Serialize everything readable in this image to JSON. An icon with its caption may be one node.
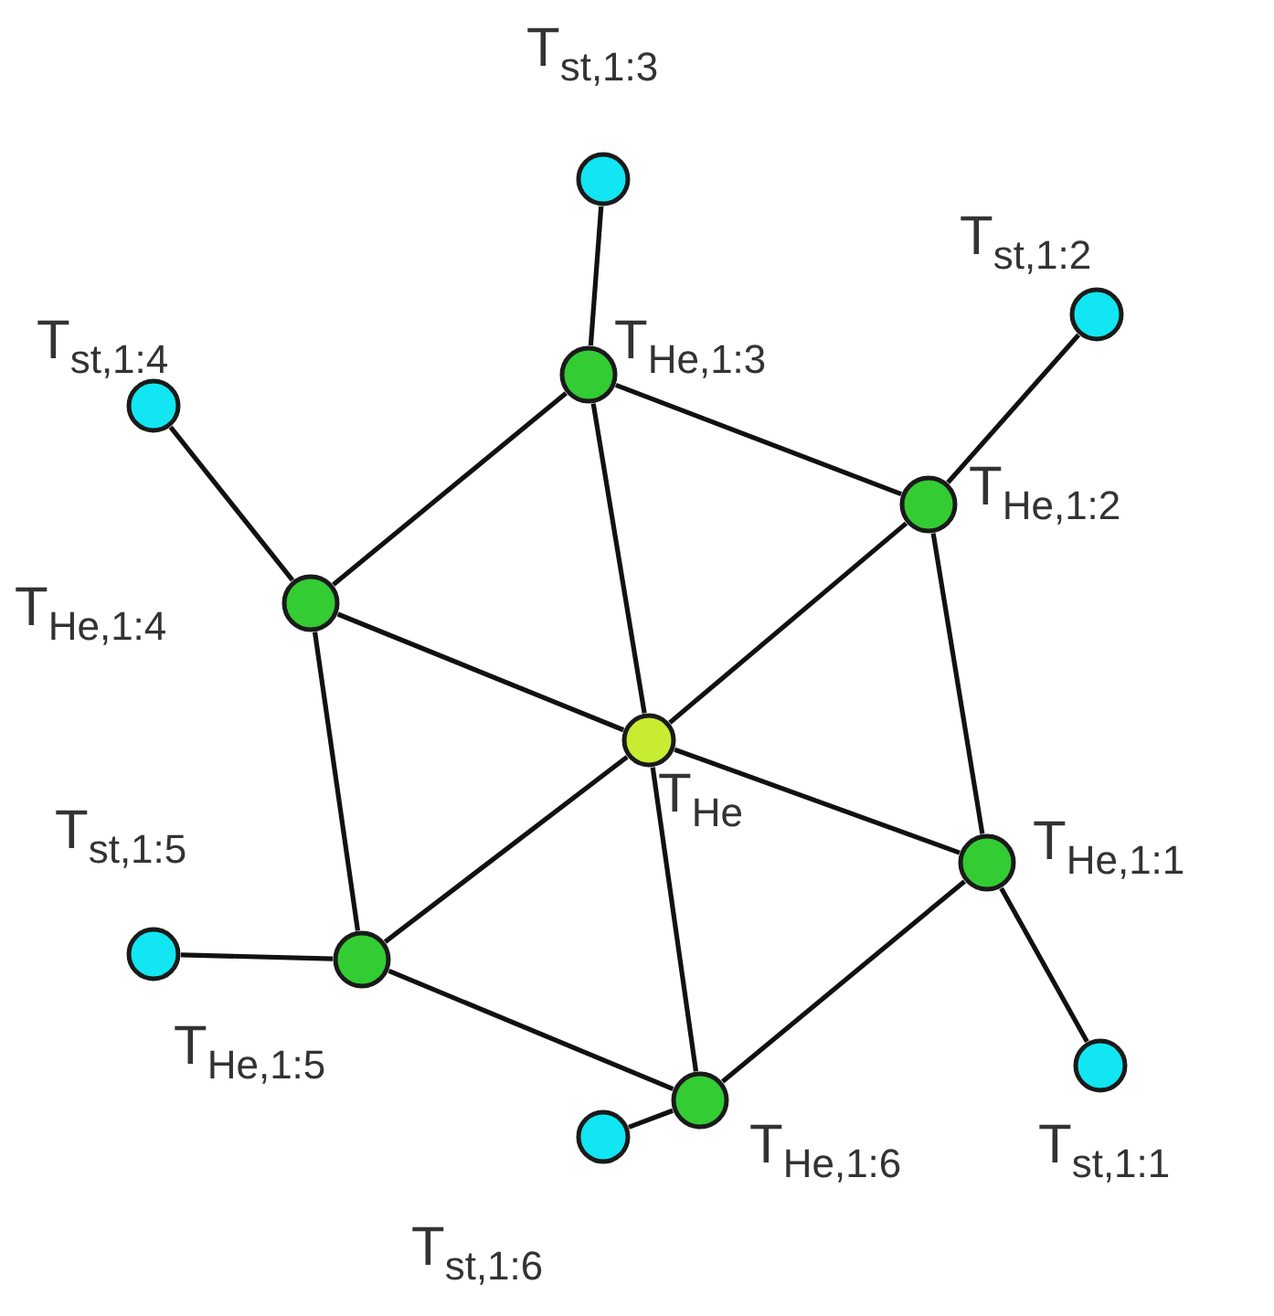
{
  "diagram": {
    "nodes": [
      {
        "text": [],
        "shape": "circle",
        "beside": [
          "T$_{He}$"
        ]
      },
      {
        "text": [],
        "shape": "circle",
        "beside": [
          "T$_{He,1:1}$"
        ]
      },
      {
        "text": [],
        "shape": "circle",
        "beside": [
          "T$_{He,1:2}$"
        ]
      },
      {
        "text": [],
        "shape": "circle",
        "beside": [
          "T$_{He,1:3}$"
        ]
      },
      {
        "text": [],
        "shape": "circle",
        "beside": [
          "T$_{He,1:4}$"
        ]
      },
      {
        "text": [],
        "shape": "circle",
        "beside": [
          "T$_{He,1:5}$"
        ]
      },
      {
        "text": [],
        "shape": "circle",
        "beside": [
          "T$_{He,1:6}$"
        ]
      },
      {
        "text": [],
        "shape": "circle",
        "beside": [
          "T$_{st,1:1}$"
        ]
      },
      {
        "text": [],
        "shape": "circle",
        "beside": [
          "T$_{st,1:2}$"
        ]
      },
      {
        "text": [],
        "shape": "circle",
        "beside": [
          "T$_{st,1:3}$"
        ]
      },
      {
        "text": [],
        "shape": "circle",
        "beside": [
          "T$_{st,1:4}$"
        ]
      },
      {
        "text": [],
        "shape": "circle",
        "beside": [
          "T$_{st,1:5}$"
        ]
      },
      {
        "text": [],
        "shape": "circle",
        "beside": [
          "T$_{st,1:6}$"
        ]
      }
    ],
    "edges": [
      {
        "from": 1,
        "to": 2,
        "arrow": "none"
      },
      {
        "from": 2,
        "to": 3,
        "arrow": "none"
      },
      {
        "from": 3,
        "to": 4,
        "arrow": "none"
      },
      {
        "from": 4,
        "to": 5,
        "arrow": "none"
      },
      {
        "from": 5,
        "to": 6,
        "arrow": "none"
      },
      {
        "from": 6,
        "to": 1,
        "arrow": "none"
      },
      {
        "from": 0,
        "to": 1,
        "arrow": "none"
      },
      {
        "from": 0,
        "to": 2,
        "arrow": "none"
      },
      {
        "from": 0,
        "to": 3,
        "arrow": "none"
      },
      {
        "from": 0,
        "to": 4,
        "arrow": "none"
      },
      {
        "from": 0,
        "to": 5,
        "arrow": "none"
      },
      {
        "from": 0,
        "to": 6,
        "arrow": "none"
      },
      {
        "from": 1,
        "to": 7,
        "arrow": "none"
      },
      {
        "from": 2,
        "to": 8,
        "arrow": "none"
      },
      {
        "from": 3,
        "to": 9,
        "arrow": "none"
      },
      {
        "from": 4,
        "to": 10,
        "arrow": "none"
      },
      {
        "from": 5,
        "to": 11,
        "arrow": "none"
      },
      {
        "from": 6,
        "to": 12,
        "arrow": "none"
      }
    ]
  }
}
